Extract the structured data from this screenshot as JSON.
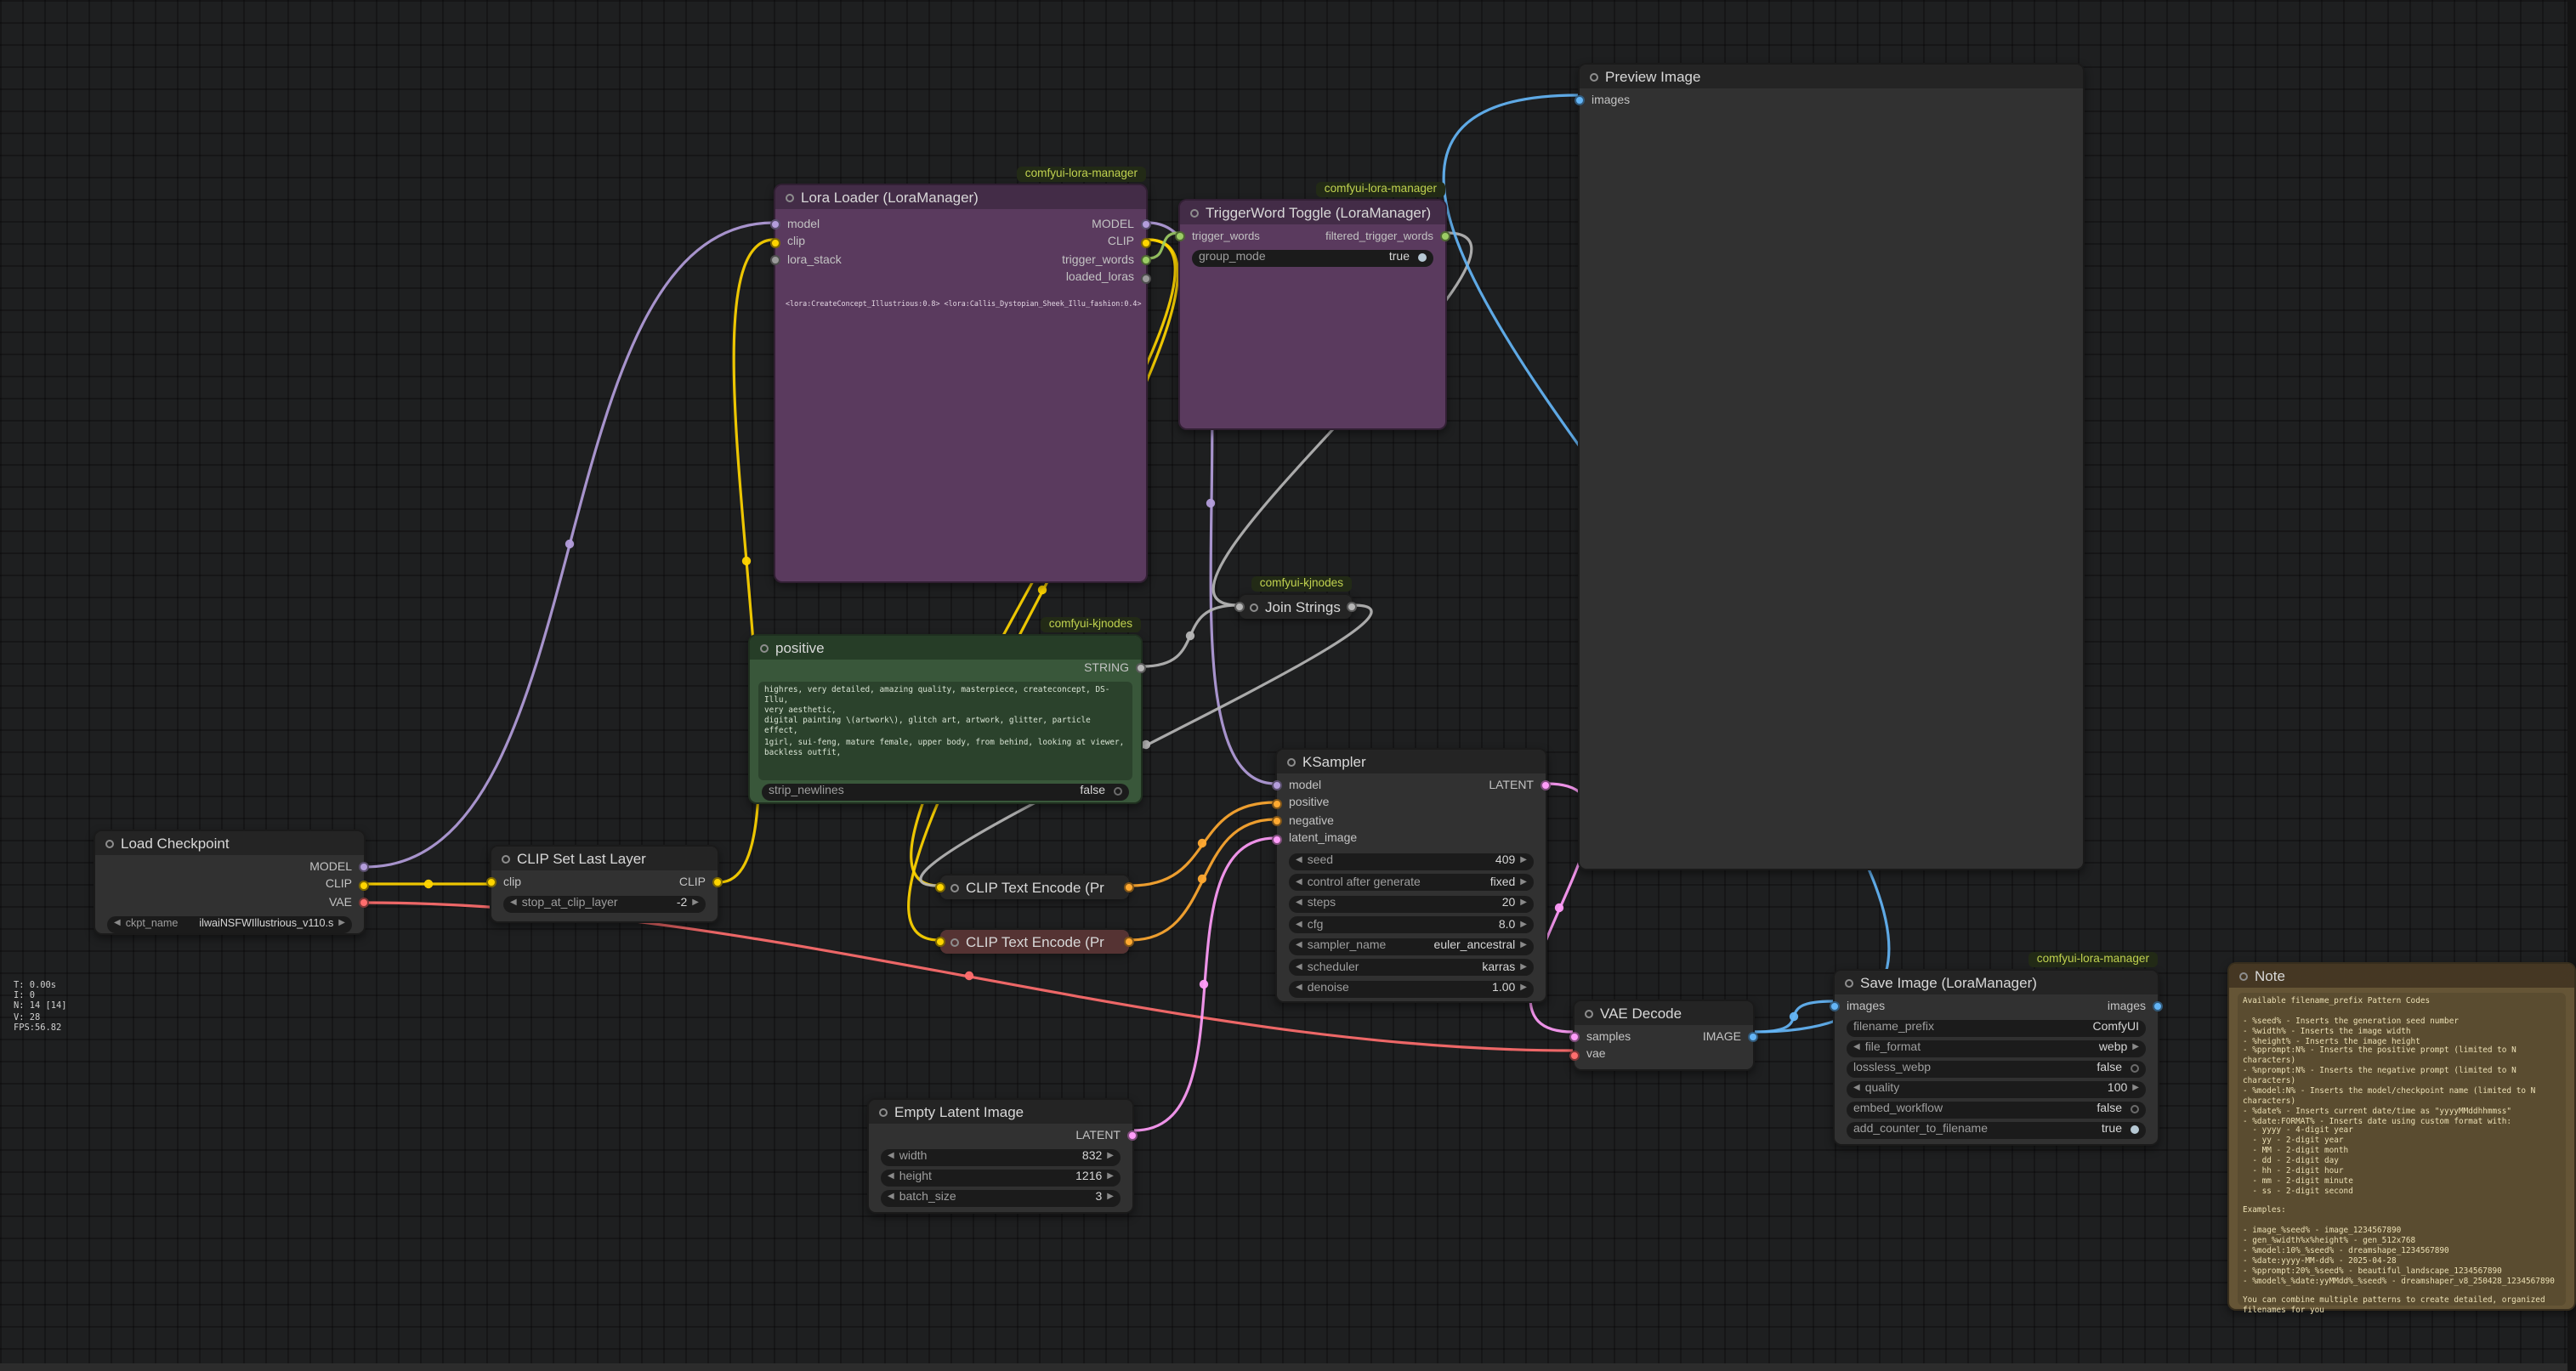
{
  "ui": {
    "stats": [
      "T: 0.00s",
      "I: 0",
      "N: 14 [14]",
      "V: 28",
      "FPS:56.82"
    ]
  },
  "icons": {
    "arrow_left": "◀",
    "arrow_right": "▶"
  },
  "colors": {
    "model": "#B39DDB",
    "clip": "#FFD500",
    "vae": "#FF6E6E",
    "conditioning": "#FFA931",
    "latent": "#FF9CF9",
    "image": "#64B5F6",
    "string": "#b6b6b6",
    "trigger": "#9CCC65",
    "slot_generic": "#9a9a9a"
  },
  "badges": {
    "lora_manager": "comfyui-lora-manager",
    "kjnodes": "comfyui-kjnodes"
  },
  "nodes": {
    "load_checkpoint": {
      "title": "Load Checkpoint",
      "outputs": [
        "MODEL",
        "CLIP",
        "VAE"
      ],
      "widget": {
        "label": "ckpt_name",
        "value": "ilwaiNSFWIllustrious_v110.s"
      }
    },
    "clip_set_last_layer": {
      "title": "CLIP Set Last Layer",
      "input": "clip",
      "output": "CLIP",
      "widget": {
        "label": "stop_at_clip_layer",
        "value": "-2"
      }
    },
    "lora_loader": {
      "title": "Lora Loader (LoraManager)",
      "inputs": [
        "model",
        "clip",
        "lora_stack"
      ],
      "outputs": [
        "MODEL",
        "CLIP",
        "trigger_words",
        "loaded_loras"
      ],
      "text": "<lora:CreateConcept_Illustrious:0.8> <lora:Callis_Dystopian_Sheek_Illu_fashion:0.4>"
    },
    "triggerword_toggle": {
      "title": "TriggerWord Toggle (LoraManager)",
      "input": "trigger_words",
      "output": "filtered_trigger_words",
      "widget": {
        "label": "group_mode",
        "value": "true"
      }
    },
    "join_strings": {
      "title": "Join Strings"
    },
    "positive": {
      "title": "positive",
      "output": "STRING",
      "text": "highres, very detailed, amazing quality, masterpiece, createconcept, DS-Illu,\nvery aesthetic,\ndigital painting \\(artwork\\), glitch art, artwork, glitter, particle effect,\n1girl, sui-feng, mature female, upper body, from behind, looking at viewer, backless outfit,",
      "widget": {
        "label": "strip_newlines",
        "value": "false"
      }
    },
    "clip_text_encode_pos": {
      "title": "CLIP Text Encode (Pr"
    },
    "clip_text_encode_neg": {
      "title": "CLIP Text Encode (Pr"
    },
    "ksampler": {
      "title": "KSampler",
      "inputs": [
        "model",
        "positive",
        "negative",
        "latent_image"
      ],
      "output": "LATENT",
      "widgets": [
        {
          "label": "seed",
          "value": "409"
        },
        {
          "label": "control after generate",
          "value": "fixed"
        },
        {
          "label": "steps",
          "value": "20"
        },
        {
          "label": "cfg",
          "value": "8.0"
        },
        {
          "label": "sampler_name",
          "value": "euler_ancestral"
        },
        {
          "label": "scheduler",
          "value": "karras"
        },
        {
          "label": "denoise",
          "value": "1.00"
        }
      ]
    },
    "empty_latent": {
      "title": "Empty Latent Image",
      "output": "LATENT",
      "widgets": [
        {
          "label": "width",
          "value": "832"
        },
        {
          "label": "height",
          "value": "1216"
        },
        {
          "label": "batch_size",
          "value": "3"
        }
      ]
    },
    "vae_decode": {
      "title": "VAE Decode",
      "inputs": [
        "samples",
        "vae"
      ],
      "output": "IMAGE"
    },
    "save_image": {
      "title": "Save Image (LoraManager)",
      "input": "images",
      "output": "images",
      "widgets": [
        {
          "label": "filename_prefix",
          "value": "ComfyUI",
          "type": "text"
        },
        {
          "label": "file_format",
          "value": "webp",
          "type": "combo"
        },
        {
          "label": "lossless_webp",
          "value": "false",
          "type": "toggle"
        },
        {
          "label": "quality",
          "value": "100",
          "type": "combo"
        },
        {
          "label": "embed_workflow",
          "value": "false",
          "type": "toggle"
        },
        {
          "label": "add_counter_to_filename",
          "value": "true",
          "type": "toggle"
        }
      ]
    },
    "preview_image": {
      "title": "Preview Image",
      "input": "images"
    },
    "note": {
      "title": "Note",
      "text": "Available filename_prefix Pattern Codes\n\n- %seed% - Inserts the generation seed number\n- %width% - Inserts the image width\n- %height% - Inserts the image height\n- %pprompt:N% - Inserts the positive prompt (limited to N characters)\n- %nprompt:N% - Inserts the negative prompt (limited to N characters)\n- %model:N% - Inserts the model/checkpoint name (limited to N characters)\n- %date% - Inserts current date/time as \"yyyyMMddhhmmss\"\n- %date:FORMAT% - Inserts date using custom format with:\n  - yyyy - 4-digit year\n  - yy - 2-digit year\n  - MM - 2-digit month\n  - dd - 2-digit day\n  - hh - 2-digit hour\n  - mm - 2-digit minute\n  - ss - 2-digit second\n\nExamples:\n\n- image_%seed% - image_1234567890\n- gen_%width%x%height% - gen_512x768\n- %model:10%_%seed% - dreamshape_1234567890\n- %date:yyyy-MM-dd% - 2025-04-28\n- %pprompt:20%_%seed% - beautiful_landscape_1234567890\n- %model%_%date:yyMMdd%_%seed% - dreamshaper_v8_250428_1234567890\n\nYou can combine multiple patterns to create detailed, organized filenames for you"
    }
  }
}
